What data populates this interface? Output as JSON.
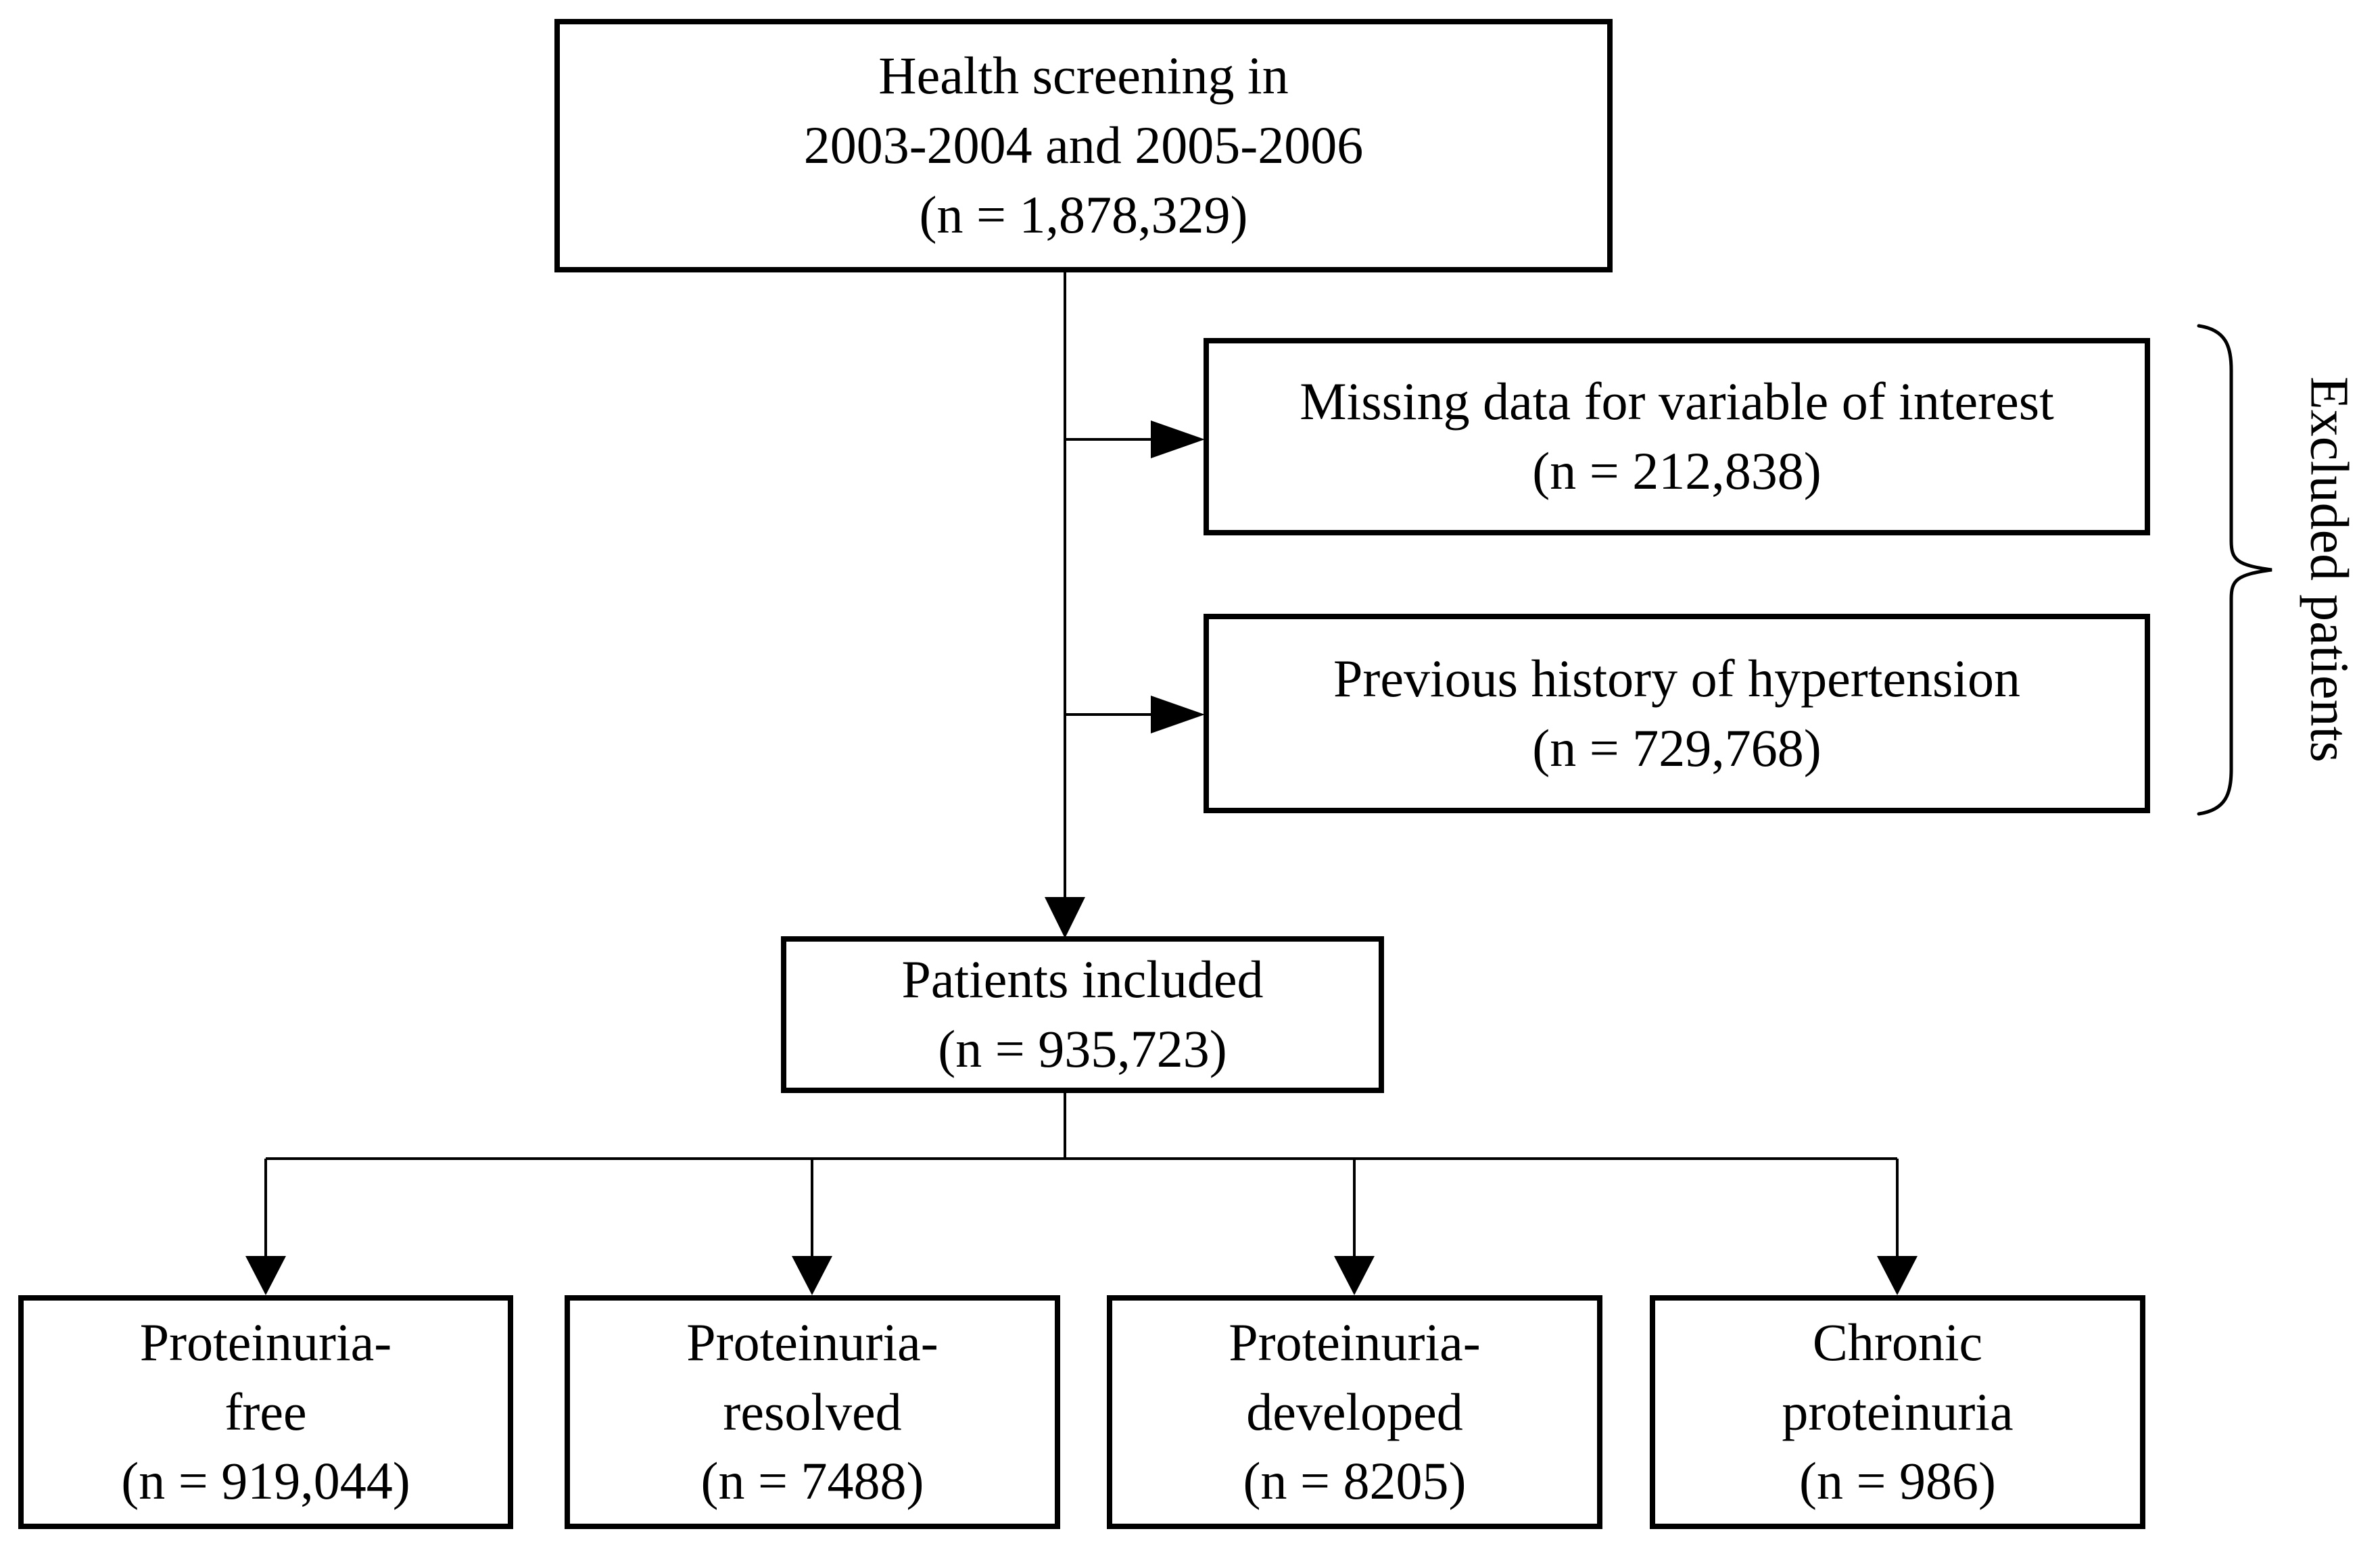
{
  "figure": {
    "type": "flow-diagram",
    "background": "#ffffff",
    "ink": "#000000"
  },
  "nodes": {
    "screening": {
      "lines": [
        "Health screening in",
        "2003-2004 and 2005-2006",
        "(n = 1,878,329)"
      ]
    },
    "missing": {
      "lines": [
        "Missing data for variable of interest",
        "(n = 212,838)"
      ]
    },
    "hypertension": {
      "lines": [
        "Previous history of hypertension",
        "(n = 729,768)"
      ]
    },
    "included": {
      "lines": [
        "Patients included",
        "(n = 935,723)"
      ]
    },
    "proteinuria_free": {
      "lines": [
        "Proteinuria-",
        "free",
        "(n = 919,044)"
      ]
    },
    "proteinuria_resolved": {
      "lines": [
        "Proteinuria-",
        "resolved",
        "(n = 7488)"
      ]
    },
    "proteinuria_developed": {
      "lines": [
        "Proteinuria-",
        "developed",
        "(n = 8205)"
      ]
    },
    "chronic_proteinuria": {
      "lines": [
        "Chronic",
        "proteinuria",
        "(n = 986)"
      ]
    }
  },
  "annotations": {
    "excluded_label": "Excluded patients"
  }
}
